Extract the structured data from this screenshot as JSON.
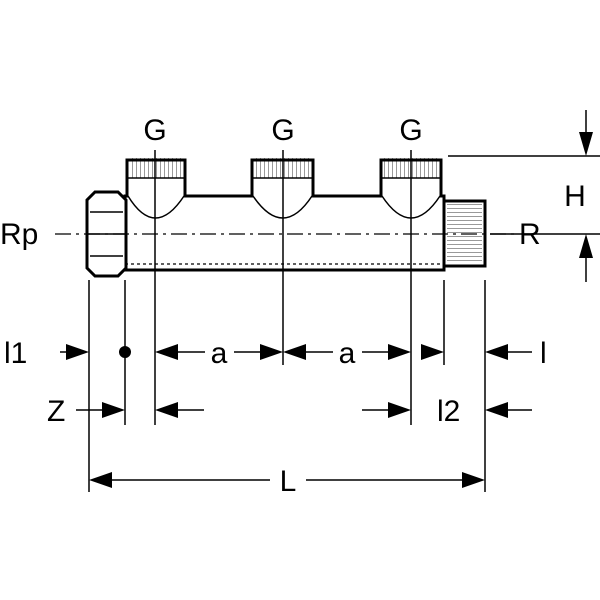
{
  "labels": {
    "outlet_1": "G",
    "outlet_2": "G",
    "outlet_3": "G",
    "inlet_thread": "Rp",
    "outlet_thread": "R",
    "height": "H",
    "l1": "l1",
    "spacing_1": "a",
    "spacing_2": "a",
    "l": "l",
    "z": "Z",
    "l2": "l2",
    "total_length": "L"
  },
  "colors": {
    "line": "#000000",
    "background": "#ffffff"
  }
}
